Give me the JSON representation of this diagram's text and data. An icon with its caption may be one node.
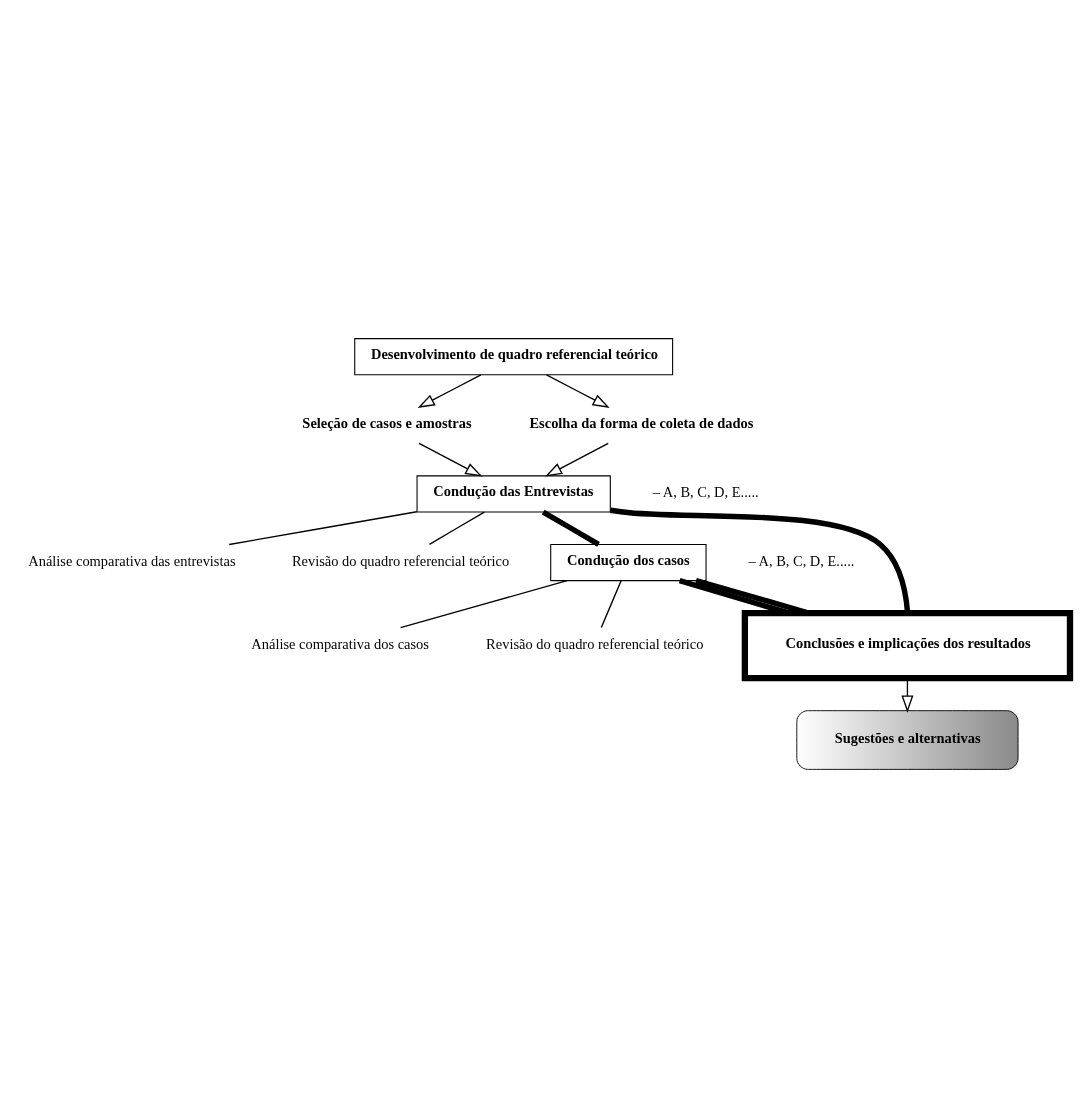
{
  "diagram": {
    "nodes": [
      {
        "text": [
          "Desenvolvimento de quadro referencial teórico"
        ]
      },
      {
        "text": [
          "Seleção de casos e amostras"
        ]
      },
      {
        "text": [
          "Escolha da forma de coleta de dados"
        ]
      },
      {
        "text": [
          "Condução das Entrevistas"
        ],
        "beside": [
          "– A, B, C, D, E....."
        ]
      },
      {
        "text": [
          "Análise comparativa das entrevistas"
        ]
      },
      {
        "text": [
          "Revisão do quadro referencial teórico"
        ]
      },
      {
        "text": [
          "Condução dos casos"
        ],
        "beside": [
          "– A, B, C, D, E....."
        ]
      },
      {
        "text": [
          "Análise comparativa dos casos"
        ]
      },
      {
        "text": [
          "Revisão do quadro referencial teórico"
        ]
      },
      {
        "text": [
          "Conclusões e implicações dos resultados"
        ]
      },
      {
        "text": [
          "Sugestões e alternativas"
        ]
      }
    ],
    "edges": [
      {
        "from": 0,
        "to": 1,
        "arrow": "to"
      },
      {
        "from": 0,
        "to": 2,
        "arrow": "to"
      },
      {
        "from": 1,
        "to": 3,
        "arrow": "to"
      },
      {
        "from": 2,
        "to": 3,
        "arrow": "to"
      },
      {
        "from": 3,
        "to": 6,
        "arrow": "none",
        "style": "thick"
      },
      {
        "from": 3,
        "to": 4,
        "arrow": "none"
      },
      {
        "from": 3,
        "to": 5,
        "arrow": "none"
      },
      {
        "from": 6,
        "to": 9,
        "arrow": "none",
        "style": "thick"
      },
      {
        "from": 6,
        "to": 7,
        "arrow": "none"
      },
      {
        "from": 6,
        "to": 8,
        "arrow": "none"
      },
      {
        "from": 3,
        "to": 9,
        "arrow": "none",
        "style": "thick"
      },
      {
        "from": 6,
        "to": 9,
        "arrow": "none",
        "style": "thick"
      },
      {
        "from": 9,
        "to": 10,
        "arrow": "to"
      }
    ]
  }
}
